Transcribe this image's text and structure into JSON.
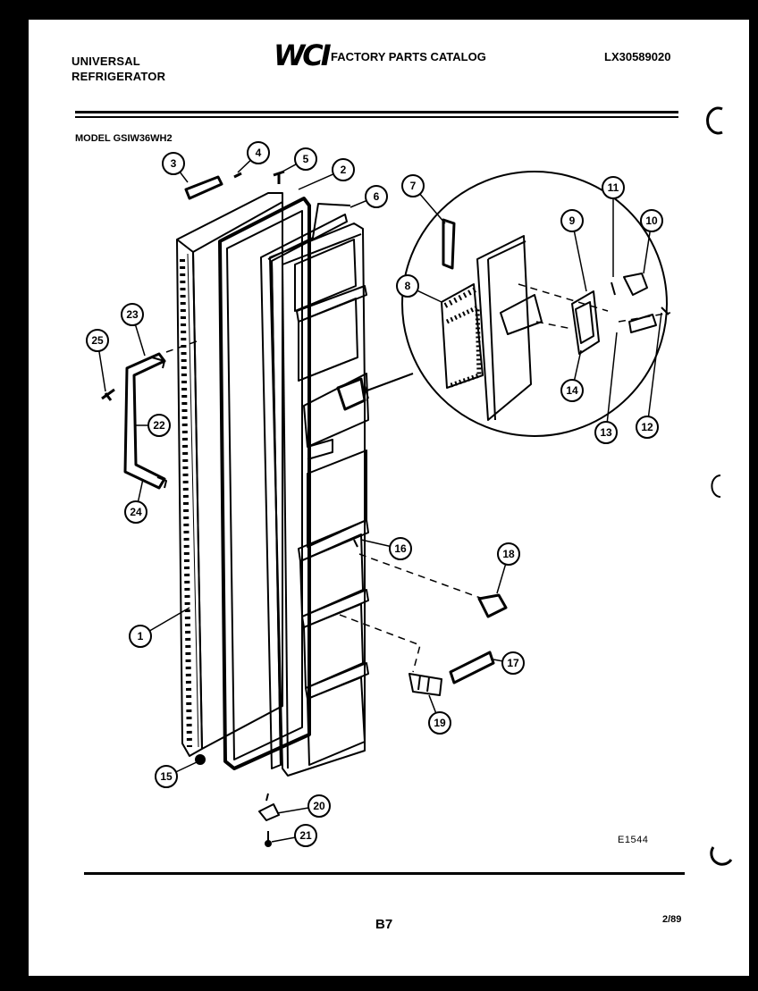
{
  "header": {
    "brand_line1": "UNIVERSAL",
    "brand_line2": "REFRIGERATOR",
    "logo": "WCI",
    "catalog_title": "FACTORY PARTS CATALOG",
    "catalog_code": "LX30589020"
  },
  "model_label": "MODEL GSIW36WH2",
  "callouts": [
    {
      "id": "c1",
      "label": "1"
    },
    {
      "id": "c2",
      "label": "2"
    },
    {
      "id": "c3",
      "label": "3"
    },
    {
      "id": "c4",
      "label": "4"
    },
    {
      "id": "c5",
      "label": "5"
    },
    {
      "id": "c6",
      "label": "6"
    },
    {
      "id": "c7",
      "label": "7"
    },
    {
      "id": "c8",
      "label": "8"
    },
    {
      "id": "c9",
      "label": "9"
    },
    {
      "id": "c10",
      "label": "10"
    },
    {
      "id": "c11",
      "label": "11"
    },
    {
      "id": "c12",
      "label": "12"
    },
    {
      "id": "c13",
      "label": "13"
    },
    {
      "id": "c14",
      "label": "14"
    },
    {
      "id": "c15",
      "label": "15"
    },
    {
      "id": "c16",
      "label": "16"
    },
    {
      "id": "c17",
      "label": "17"
    },
    {
      "id": "c18",
      "label": "18"
    },
    {
      "id": "c19",
      "label": "19"
    },
    {
      "id": "c20",
      "label": "20"
    },
    {
      "id": "c21",
      "label": "21"
    },
    {
      "id": "c22",
      "label": "22"
    },
    {
      "id": "c23",
      "label": "23"
    },
    {
      "id": "c24",
      "label": "24"
    },
    {
      "id": "c25",
      "label": "25"
    }
  ],
  "figure_code": "E1544",
  "page_number": "B7",
  "revision_date": "2/89",
  "colors": {
    "background": "#000000",
    "ink": "#000000",
    "paper": "#ffffff"
  }
}
